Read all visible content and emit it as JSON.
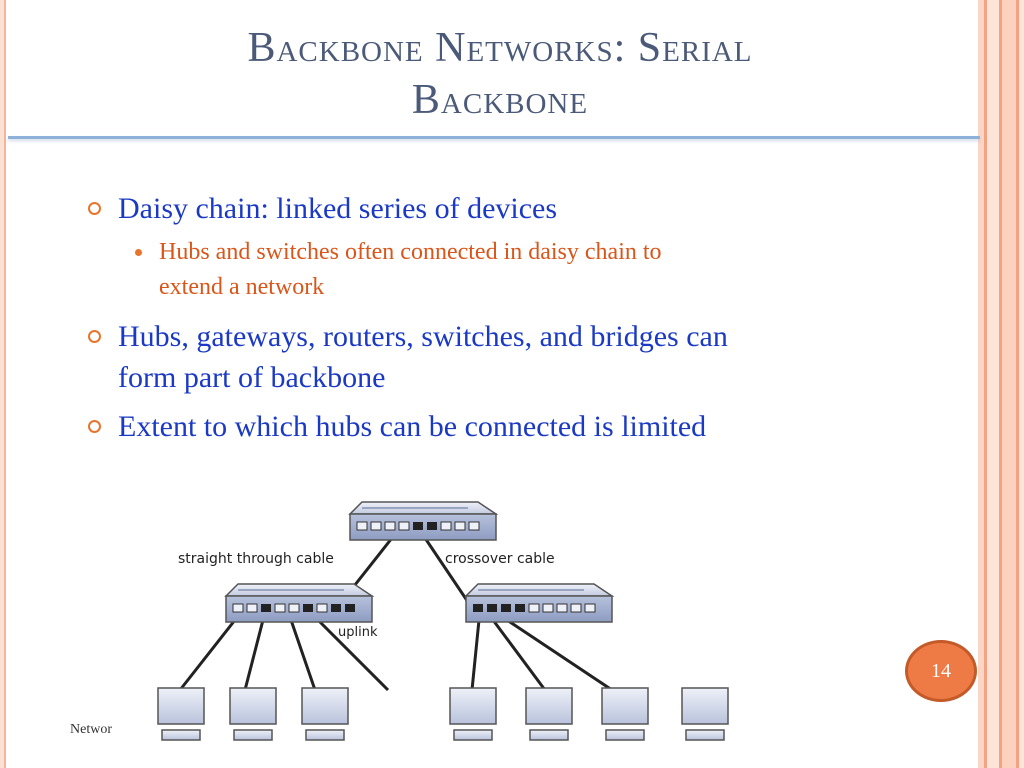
{
  "slide": {
    "title_line1": "Backbone Networks: Serial",
    "title_line2": "Backbone",
    "bullets": [
      {
        "text": "Daisy chain: linked series of devices",
        "sub": [
          "Hubs and switches often connected in daisy chain to",
          "extend a network"
        ]
      },
      {
        "text": "Hubs, gateways, routers, switches, and bridges can",
        "text2": "form part of backbone"
      },
      {
        "text": "Extent to which hubs can be connected is limited"
      }
    ],
    "diagram": {
      "label_straight": "straight through cable",
      "label_crossover": "crossover cable",
      "label_uplink": "uplink"
    },
    "slide_number": "14",
    "footer": "Networ"
  },
  "colors": {
    "title": "#4a5a78",
    "level1_text": "#1a39c4",
    "level2_text": "#d9561a",
    "accent": "#e8742c",
    "rule": "#8fb0d8"
  }
}
